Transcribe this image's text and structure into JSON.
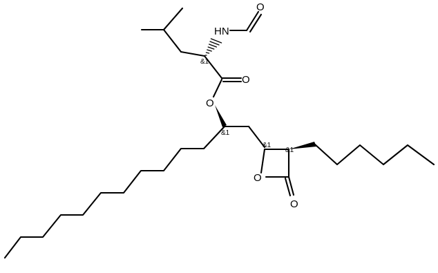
{
  "molecule": {
    "atoms": {
      "formyl_o": "O",
      "amide_nh": "HN",
      "ester_carbonyl_o": "O",
      "ester_o": "O",
      "ring_o": "O",
      "lactone_carbonyl_o": "O"
    },
    "stereo_labels": {
      "leucine_alpha": "&1",
      "ester_carbon": "&1",
      "ring_c4": "&1",
      "ring_c3": "&1"
    }
  }
}
